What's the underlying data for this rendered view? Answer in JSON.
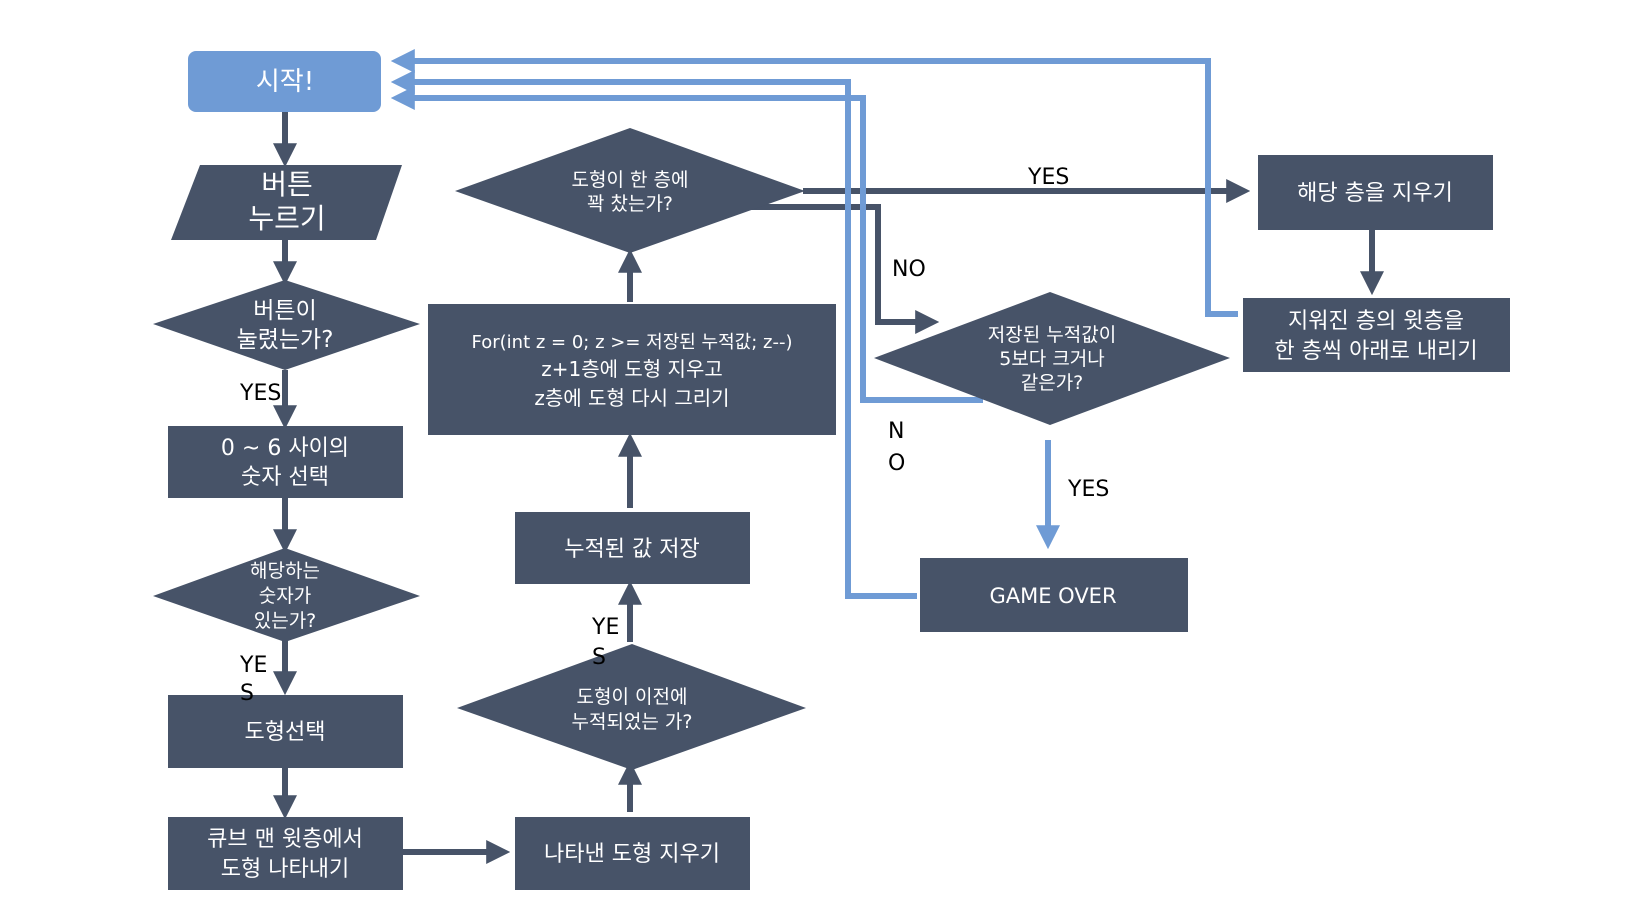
{
  "nodes": {
    "start": "시작!",
    "press_button": [
      "버튼",
      "누르기"
    ],
    "button_pressed": [
      "버튼이",
      "눌렸는가?"
    ],
    "select_number": [
      "0 ~ 6 사이의",
      "숫자 선택"
    ],
    "number_exists": [
      "해당하는",
      "숫자가",
      "있는가?"
    ],
    "select_shape": "도형선택",
    "show_shape_top": [
      "큐브 맨 윗층에서",
      "도형 나타내기"
    ],
    "erase_shown_shape": "나타낸 도형 지우기",
    "accumulated_before": [
      "도형이 이전에",
      "누적되었는 가?"
    ],
    "save_accumulated": "누적된 값 저장",
    "for_loop": [
      "For(int z = 0; z >= 저장된 누적값; z--)",
      "z+1층에 도형 지우고",
      "z층에 도형 다시 그리기"
    ],
    "layer_full": [
      "도형이 한 층에",
      "꽉 찼는가?"
    ],
    "clear_layer": "해당 층을 지우기",
    "lower_layers": [
      "지워진 층의 윗층을",
      "한 층씩 아래로 내리기"
    ],
    "accum_check": [
      "저장된 누적값이",
      "5보다 크거나",
      "같은가?"
    ],
    "game_over": "GAME OVER"
  },
  "labels": {
    "yes_button_pressed": "YES",
    "yes_number_exists": [
      "YE",
      "S"
    ],
    "yes_accumulated": [
      "YE",
      "S"
    ],
    "yes_layer_full": "YES",
    "no_layer_full": "NO",
    "no_accum_check": [
      "N",
      "O"
    ],
    "yes_accum_check": "YES"
  },
  "colors": {
    "box": "#475368",
    "start": "#6f9bd5",
    "loop_line": "#6f9bd5",
    "text": "#ffffff"
  }
}
